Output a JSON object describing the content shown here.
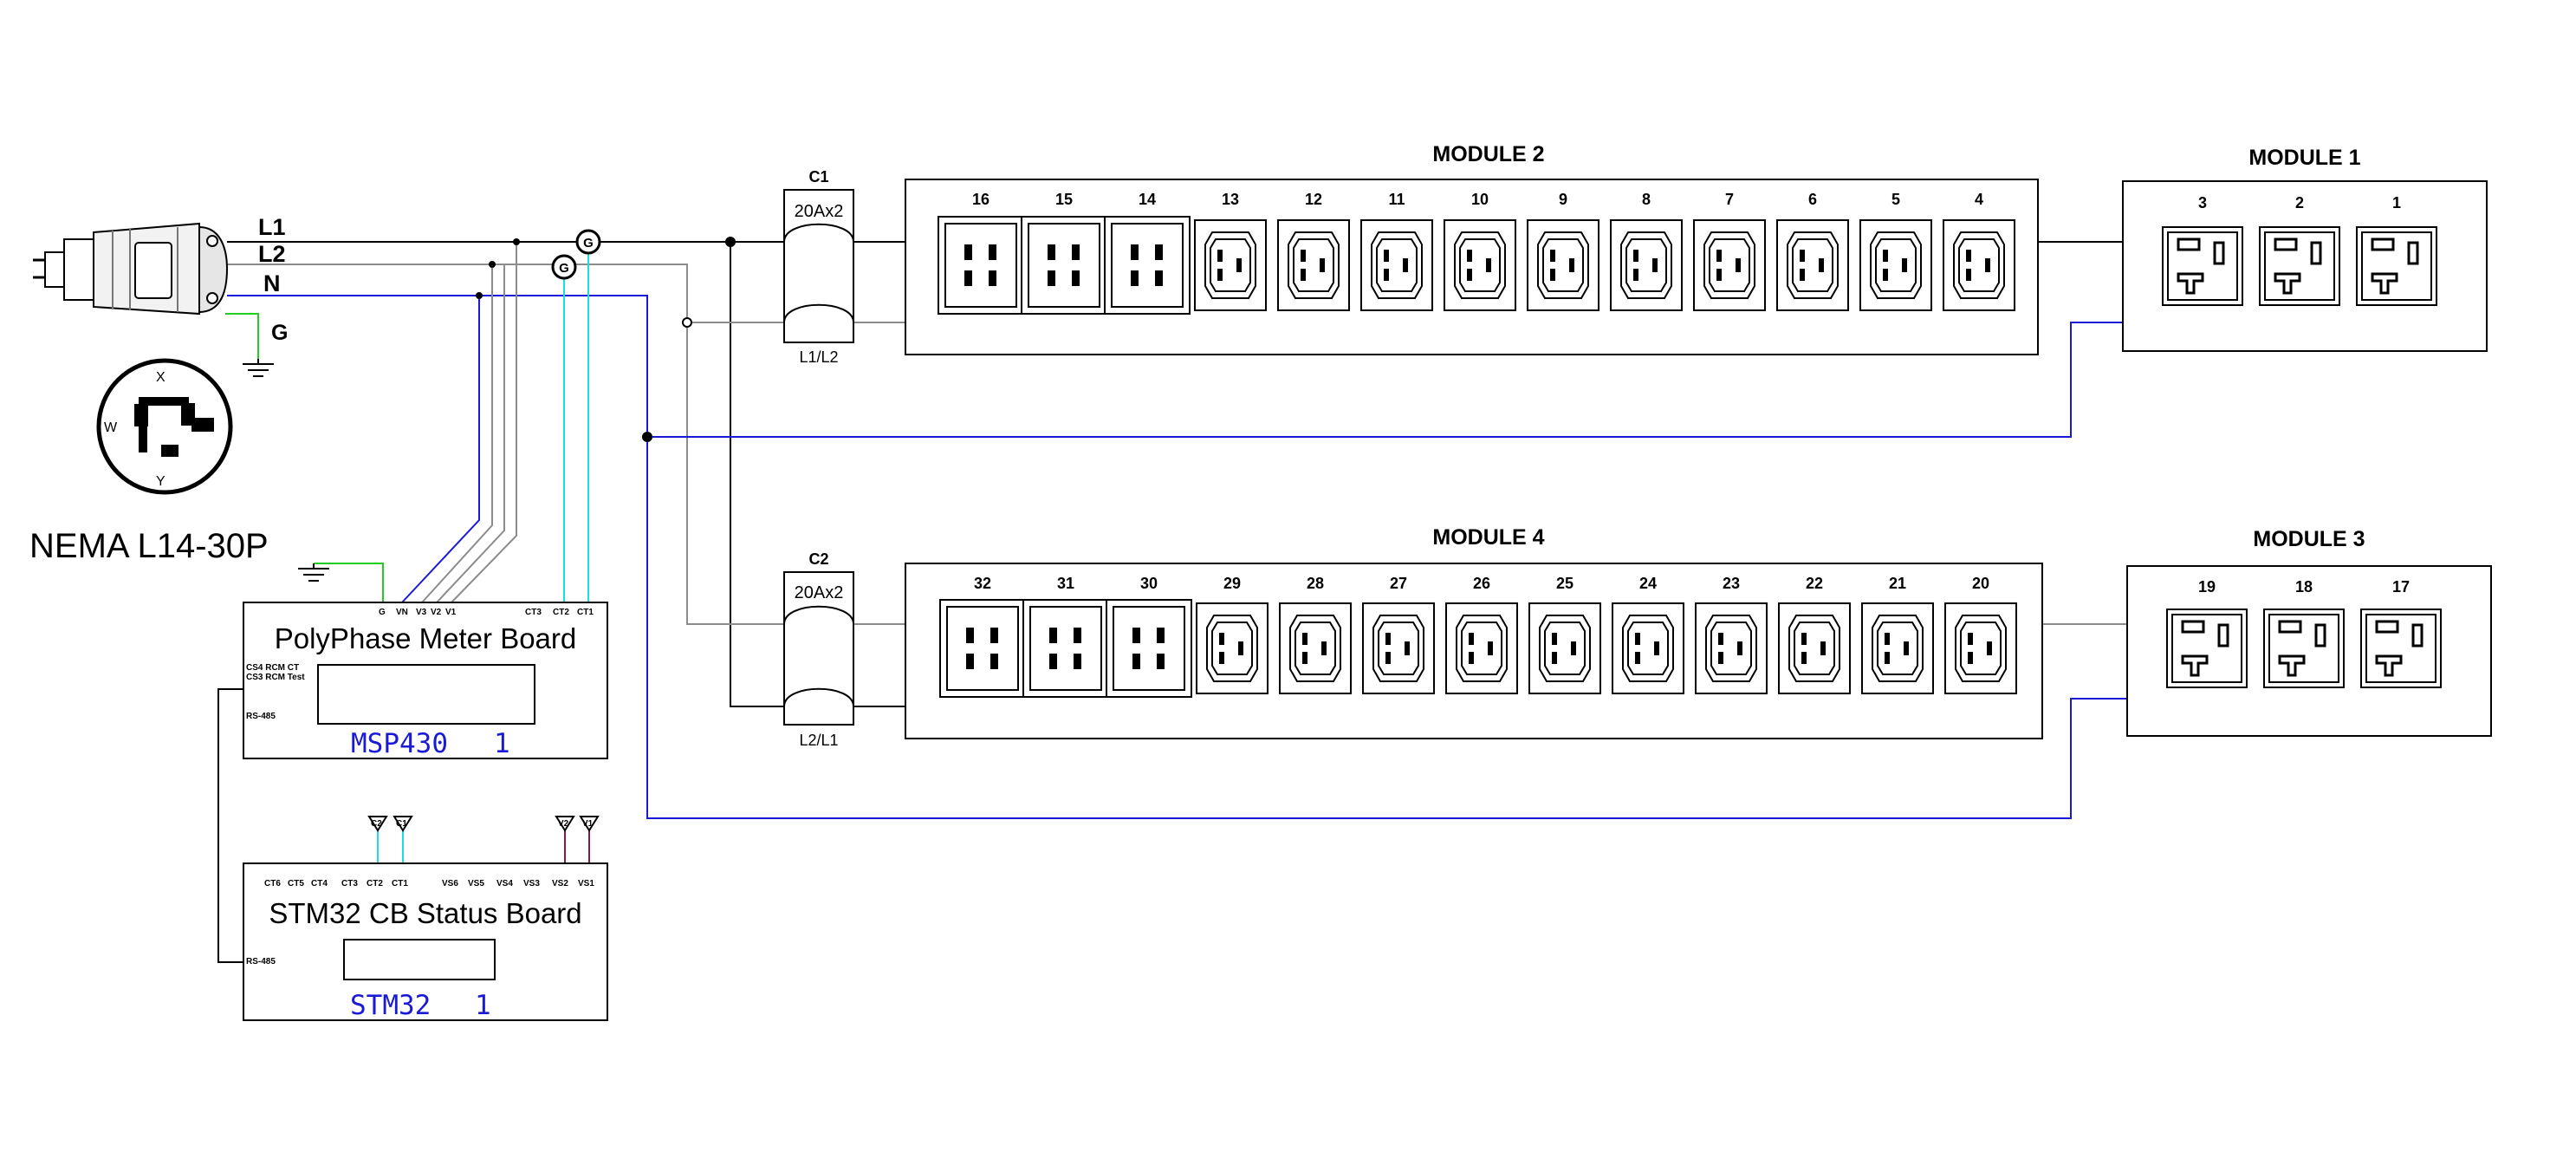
{
  "colors": {
    "black": "#000000",
    "gray": "#8c8c8c",
    "blue": "#1a1ad6",
    "green": "#22cc22",
    "cyan": "#19e0e0",
    "maroon": "#8b1a3a"
  },
  "plug": {
    "label": "NEMA L14-30P",
    "lines": [
      "L1",
      "L2",
      "N",
      "G"
    ]
  },
  "breakers": [
    {
      "name": "C1",
      "rating": "20Ax2",
      "phase": "L1/L2"
    },
    {
      "name": "C2",
      "rating": "20Ax2",
      "phase": "L2/L1"
    }
  ],
  "modules": {
    "module2": {
      "title": "MODULE 2",
      "outlets": [
        "16",
        "15",
        "14",
        "13",
        "12",
        "11",
        "10",
        "9",
        "8",
        "7",
        "6",
        "5",
        "4"
      ]
    },
    "module1": {
      "title": "MODULE 1",
      "outlets": [
        "3",
        "2",
        "1"
      ]
    },
    "module4": {
      "title": "MODULE 4",
      "outlets": [
        "32",
        "31",
        "30",
        "29",
        "28",
        "27",
        "26",
        "25",
        "24",
        "23",
        "22",
        "21",
        "20"
      ]
    },
    "module3": {
      "title": "MODULE 3",
      "outlets": [
        "19",
        "18",
        "17"
      ]
    }
  },
  "meter_board": {
    "title": "PolyPhase Meter Board",
    "chip": "MSP430",
    "count": "1",
    "pins_top": [
      "G",
      "VN",
      "V3",
      "V2",
      "V1"
    ],
    "pins_ct": [
      "CT3",
      "CT2",
      "CT1"
    ],
    "side_labels": [
      "CS4 RCM CT",
      "CS3 RCM Test",
      "RS-485"
    ]
  },
  "status_board": {
    "title": "STM32 CB Status Board",
    "chip": "STM32",
    "count": "1",
    "pins_ct": [
      "CT6",
      "CT5",
      "CT4",
      "CT3",
      "CT2",
      "CT1"
    ],
    "pins_vs": [
      "VS6",
      "VS5",
      "VS4",
      "VS3",
      "VS2",
      "VS1"
    ],
    "side_label": "RS-485",
    "connectors": [
      "C2",
      "C1",
      "V2",
      "V1"
    ]
  }
}
